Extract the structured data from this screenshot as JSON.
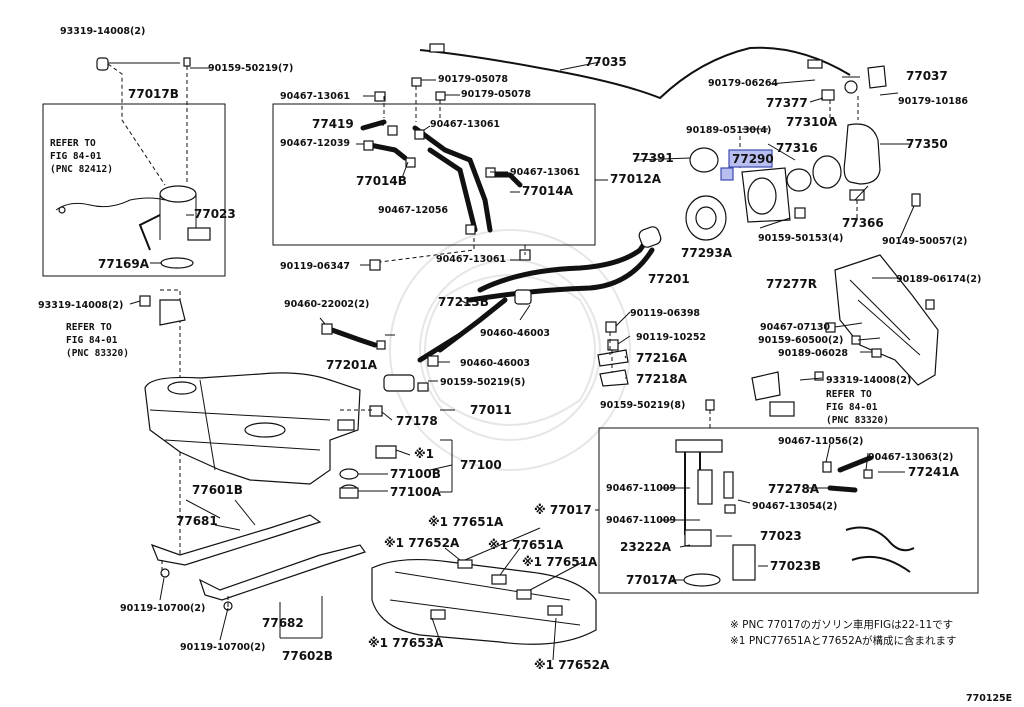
{
  "labels": {
    "p93319_14008_top": "93319-14008(2)",
    "p90159_50219_7": "90159-50219(7)",
    "p77017B": "77017B",
    "p77023_left": "77023",
    "p77169A": "77169A",
    "p93319_14008_left": "93319-14008(2)",
    "p90179_05078_a": "90179-05078",
    "p90467_13061_a": "90467-13061",
    "p90179_05078_b": "90179-05078",
    "p77419": "77419",
    "p90467_13061_b": "90467-13061",
    "p90467_12039": "90467-12039",
    "p77014B": "77014B",
    "p90467_13061_c": "90467-13061",
    "p77014A": "77014A",
    "p77012A": "77012A",
    "p90467_12056": "90467-12056",
    "p90119_06347": "90119-06347",
    "p90467_13061_d": "90467-13061",
    "p77035": "77035",
    "p90179_06264": "90179-06264",
    "p77037": "77037",
    "p77377": "77377",
    "p90179_10186": "90179-10186",
    "p90189_05130": "90189-05130(4)",
    "p77310A": "77310A",
    "p77391": "77391",
    "p77290": "77290",
    "p77316": "77316",
    "p77350": "77350",
    "p77366": "77366",
    "p90159_50153": "90159-50153(4)",
    "p90149_50057": "90149-50057(2)",
    "p77293A": "77293A",
    "p77201_right": "77201",
    "p77277R": "77277R",
    "p90189_06174": "90189-06174(2)",
    "p90460_22002": "90460-22002(2)",
    "p77213B": "77213B",
    "p90460_46003_a": "90460-46003",
    "p90119_06398": "90119-06398",
    "p90119_10252": "90119-10252",
    "p90467_07130": "90467-07130",
    "p90159_60500": "90159-60500(2)",
    "p90189_06028": "90189-06028",
    "p77201A": "77201A",
    "p90460_46003_b": "90460-46003",
    "p77216A": "77216A",
    "p77218A": "77218A",
    "p93319_14008_right": "93319-14008(2)",
    "p90159_50219_5": "90159-50219(5)",
    "p77011": "77011",
    "p77178": "77178",
    "p90159_50219_8": "90159-50219(8)",
    "p77100": "77100",
    "p_k1": "※1",
    "p77100B": "77100B",
    "p77100A": "77100A",
    "p77601B": "77601B",
    "p77681": "77681",
    "p77651A_a": "※1 77651A",
    "p77652A_a": "※1 77652A",
    "p77651A_b": "※1 77651A",
    "p77651A_c": "※1 77651A",
    "p77017": "※ 77017",
    "p90467_11009_a": "90467-11009",
    "p90467_11009_b": "90467-11009",
    "p23222A": "23222A",
    "p77017A": "77017A",
    "p77023_mid": "77023",
    "p77023B": "77023B",
    "p90467_13054": "90467-13054(2)",
    "p90467_11056": "90467-11056(2)",
    "p90467_13063": "90467-13063(2)",
    "p77241A": "77241A",
    "p77278A": "77278A",
    "p90119_10700_a": "90119-10700(2)",
    "p77682": "77682",
    "p90119_10700_b": "90119-10700(2)",
    "p77602B": "77602B",
    "p77653A": "※1 77653A",
    "p77652A_b": "※1 77652A",
    "diagram_code": "770125E"
  },
  "refs": {
    "ref_left_top": [
      "REFER TO",
      "FIG 84-01",
      "(PNC 82412)"
    ],
    "ref_left_bottom": [
      "REFER TO",
      "FIG 84-01",
      "(PNC 83320)"
    ],
    "ref_right": [
      "REFER TO",
      "FIG 84-01",
      "(PNC 83320)"
    ]
  },
  "notes": {
    "note1": "※   PNC 77017のガソリン車用FIGは22-11です",
    "note2": "※1 PNC77651Aと77652Aが構成に含まれます"
  },
  "highlight_color": "#b8bff0"
}
